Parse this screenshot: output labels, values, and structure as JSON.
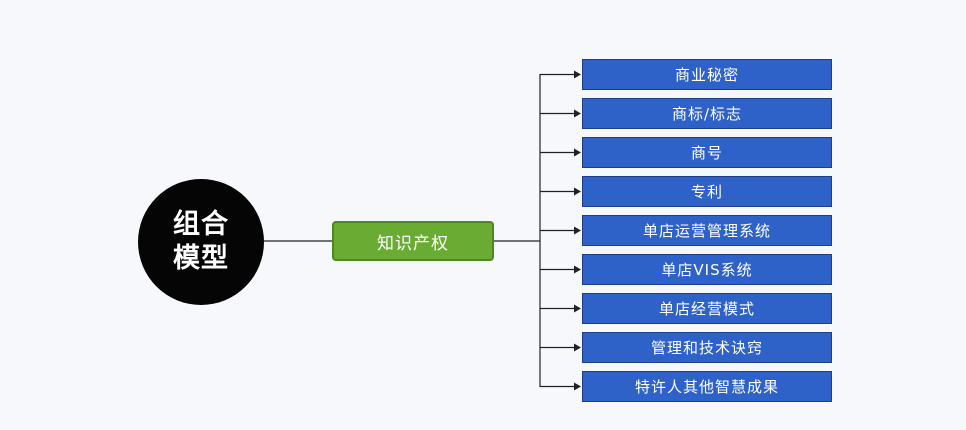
{
  "root": {
    "line1": "组合",
    "line2": "模型"
  },
  "branch": {
    "label": "知识产权"
  },
  "leaves": [
    "商业秘密",
    "商标/标志",
    "商号",
    "专利",
    "单店运营管理系统",
    "单店VIS系统",
    "单店经营模式",
    "管理和技术诀窍",
    "特许人其他智慧成果"
  ],
  "colors": {
    "root": "#050505",
    "branch": "#6aac33",
    "leaf": "#2e62c9",
    "connector": "#222222"
  }
}
